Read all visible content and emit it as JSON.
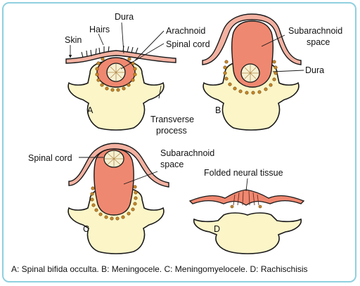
{
  "labels": {
    "skin": "Skin",
    "hairs": "Hairs",
    "dura_a": "Dura",
    "arachnoid": "Arachnoid",
    "spinal_cord_b": "Spinal cord",
    "subarachnoid_b_1": "Subarachnoid",
    "subarachnoid_b_2": "space",
    "dura_b": "Dura",
    "transverse_1": "Transverse",
    "transverse_2": "process",
    "spinal_cord_c": "Spinal cord",
    "subarachnoid_c_1": "Subarachnoid",
    "subarachnoid_c_2": "space",
    "folded_neural": "Folded neural tissue"
  },
  "panels": {
    "a": "A",
    "b": "B",
    "c": "C",
    "d": "D"
  },
  "caption": "A: Spinal bifida occulta. B: Meningocele. C: Meningomyelocele. D: Rachischisis",
  "colors": {
    "bone": "#fbf5c8",
    "outline": "#1a1a1a",
    "salmon": "#ef8870",
    "skin_pink": "#f3b1a1",
    "dots": "#c98a2a",
    "cord": "#f7f0d2",
    "border": "#8fd0df"
  }
}
